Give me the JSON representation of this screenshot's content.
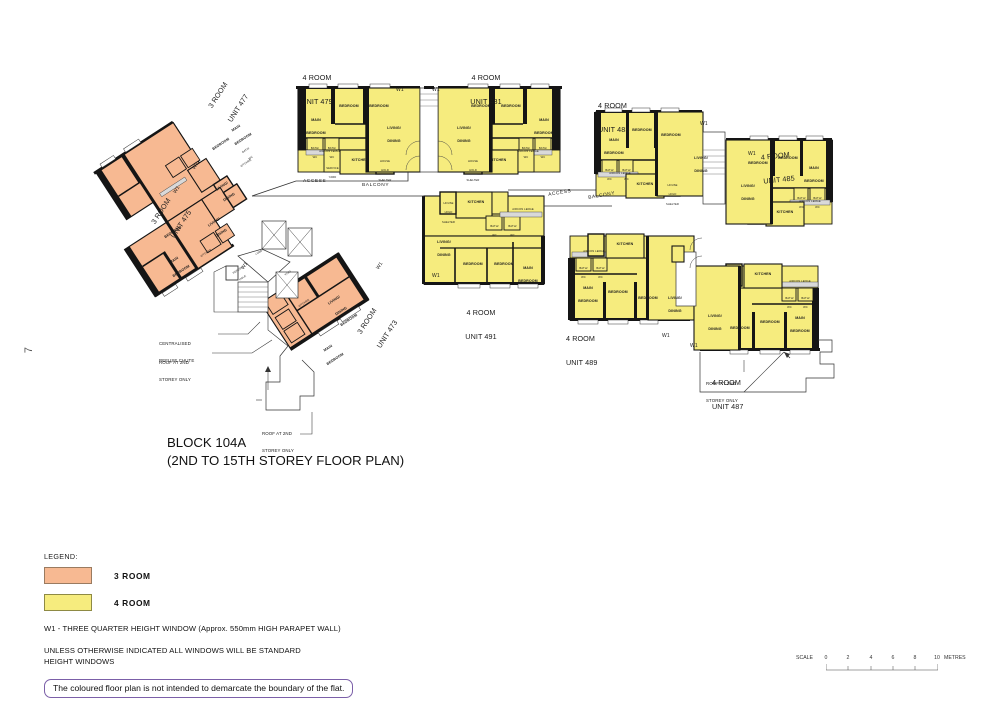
{
  "page": {
    "page_number": "7",
    "background": "#ffffff"
  },
  "title": {
    "block": "BLOCK 104A",
    "subtitle": "(2ND TO 15TH  STOREY FLOOR PLAN)"
  },
  "colors": {
    "three_room_fill": "#f7b992",
    "three_room_stroke": "#9a7b60",
    "four_room_fill": "#f6ec7e",
    "four_room_stroke": "#8e8a44",
    "wall": "#151515",
    "thin_line": "#555555",
    "disclaimer_border": "#7b5fa8"
  },
  "legend": {
    "title": "LEGEND:",
    "items": [
      {
        "label": "3  ROOM",
        "swatch": "three_room_fill"
      },
      {
        "label": "4 ROOM",
        "swatch": "four_room_fill"
      }
    ],
    "note_w1": "W1 - THREE QUARTER HEIGHT WINDOW (Approx. 550mm HIGH PARAPET WALL)",
    "note_windows_line1": "UNLESS OTHERWISE INDICATED ALL WINDOWS WILL BE STANDARD",
    "note_windows_line2": "HEIGHT WINDOWS",
    "disclaimer": "The coloured floor plan is not intended to demarcate the boundary of the flat."
  },
  "scale": {
    "word_left": "SCALE",
    "word_right": "METRES",
    "ticks": [
      "0",
      "2",
      "4",
      "6",
      "8",
      "10"
    ]
  },
  "units": [
    {
      "id": "u479",
      "type": "4 ROOM",
      "number": "UNIT 479",
      "line1": "4 ROOM",
      "line2": "UNIT 479"
    },
    {
      "id": "u481",
      "type": "4 ROOM",
      "number": "UNIT 481",
      "line1": "4 ROOM",
      "line2": "UNIT 481"
    },
    {
      "id": "u483",
      "type": "4 ROOM",
      "number": "UNIT 483",
      "line1": "4 ROOM",
      "line2": "UNIT 483"
    },
    {
      "id": "u485",
      "type": "4 ROOM",
      "number": "UNIT 485",
      "line1": "4 ROOM",
      "line2": "UNIT 485"
    },
    {
      "id": "u487",
      "type": "4 ROOM",
      "number": "UNIT 487",
      "line1": "4 ROOM",
      "line2": "UNIT 487"
    },
    {
      "id": "u489",
      "type": "4 ROOM",
      "number": "UNIT 489",
      "line1": "4 ROOM",
      "line2": "UNIT 489"
    },
    {
      "id": "u491",
      "type": "4 ROOM",
      "number": "UNIT 491",
      "line1": "4 ROOM",
      "line2": "UNIT 491"
    },
    {
      "id": "u473",
      "type": "3 ROOM",
      "number": "UNIT 473",
      "line1": "3 ROOM",
      "line2": "UNIT 473"
    },
    {
      "id": "u475",
      "type": "3 ROOM",
      "number": "UNIT 475",
      "line1": "3 ROOM",
      "line2": "UNIT 475"
    },
    {
      "id": "u477",
      "type": "3 ROOM",
      "number": "UNIT 477",
      "line1": "3 ROOM",
      "line2": "UNIT 477"
    }
  ],
  "room_labels": {
    "main_bedroom_l1": "MAIN",
    "main_bedroom_l2": "BEDROOM",
    "bedroom": "BEDROOM",
    "living_l1": "LIVING/",
    "living_l2": "DINING",
    "kitchen": "KITCHEN",
    "bath_l1": "BATH/",
    "bath_l2": "WC",
    "aircon_ledge": "AIRCON LEDGE",
    "service_yard_l1": "SERVICE",
    "service_yard_l2": "YARD",
    "refuse_l1": "REFUSE",
    "refuse_l2": "HOLE",
    "refuse_l3": "RISER",
    "lobby": "LOBBY",
    "void": "VOID",
    "store": "STORE",
    "hh_shelter_l1": "HOUSE",
    "hh_shelter_l2": "HOLD",
    "hh_shelter_l3": "SHELTER"
  },
  "annotations": {
    "w1": "W1",
    "access": "ACCESS",
    "balcony": "BALCONY",
    "refuse_chute_l1": "CENTRALISED",
    "refuse_chute_l2": "REFUSE CHUTE",
    "roof_2nd_l1": "ROOF AT 2ND",
    "roof_2nd_l2": "STOREY ONLY"
  }
}
